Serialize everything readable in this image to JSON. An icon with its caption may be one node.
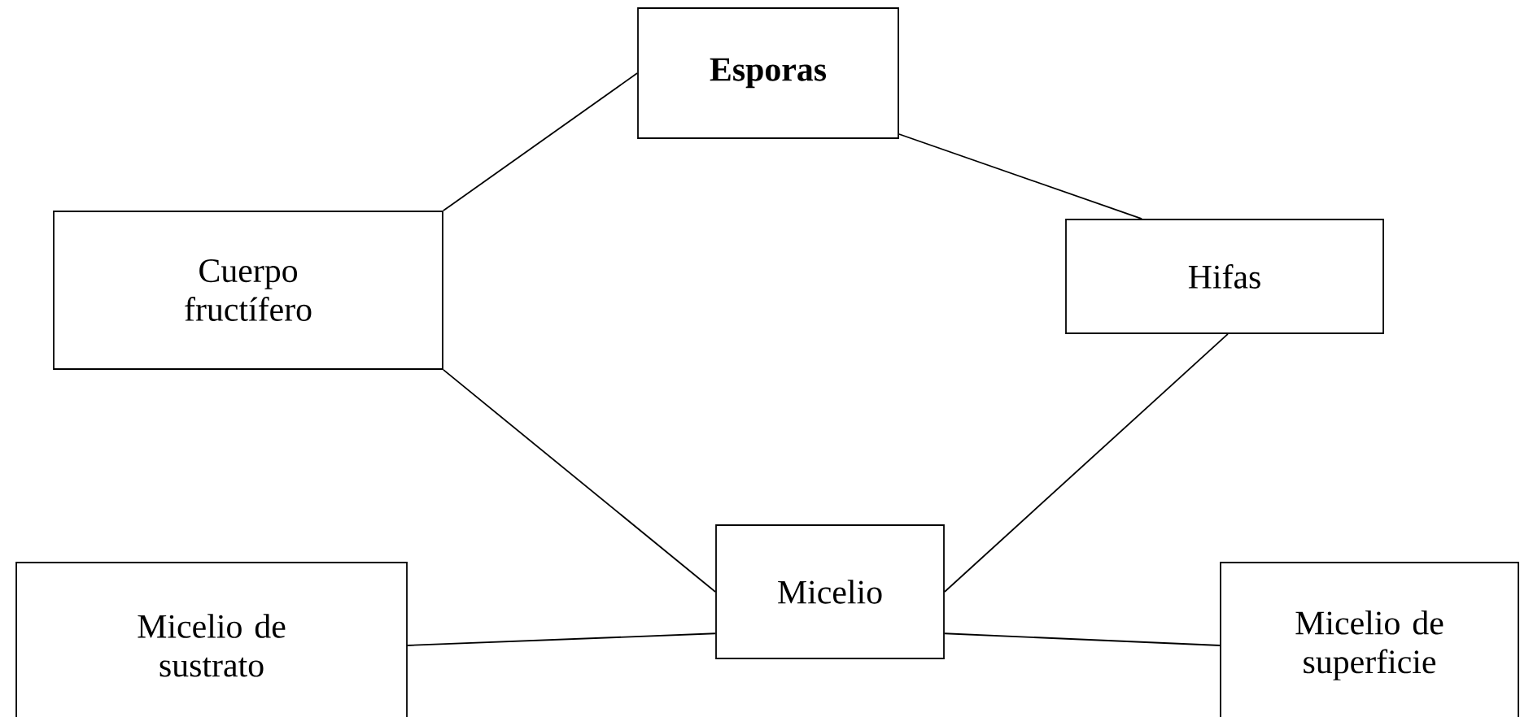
{
  "diagram": {
    "nodes": [
      {
        "text": [
          "Esporas"
        ]
      },
      {
        "text": [
          "Cuerpo fructífero"
        ]
      },
      {
        "text": [
          "Hifas"
        ]
      },
      {
        "text": [
          "Micelio"
        ]
      },
      {
        "text": [
          "Micelio de sustrato"
        ]
      },
      {
        "text": [
          "Micelio de superficie"
        ]
      }
    ],
    "edges": [
      {
        "from": 0,
        "to": 1,
        "arrow": "none"
      },
      {
        "from": 0,
        "to": 2,
        "arrow": "none"
      },
      {
        "from": 1,
        "to": 3,
        "arrow": "none"
      },
      {
        "from": 2,
        "to": 3,
        "arrow": "none"
      },
      {
        "from": 3,
        "to": 4,
        "arrow": "none"
      },
      {
        "from": 3,
        "to": 5,
        "arrow": "none"
      }
    ]
  }
}
